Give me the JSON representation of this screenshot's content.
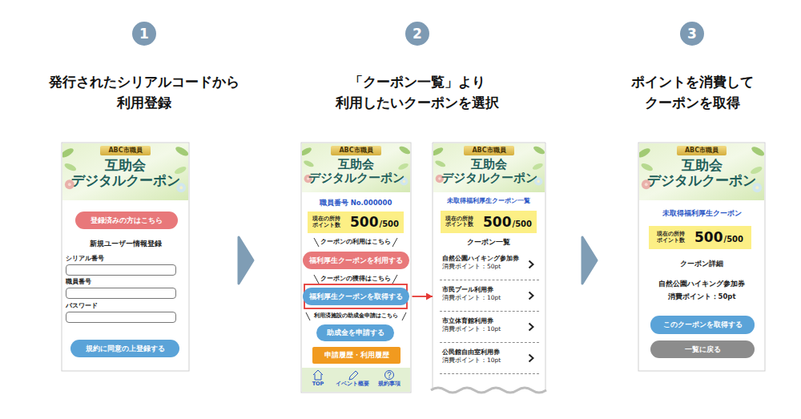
{
  "diagram": {
    "nodes": [
      {
        "text": [
          "1"
        ]
      },
      {
        "text": [
          "ABC市職員",
          "互助会 デジタルクーポン"
        ]
      },
      {
        "text": [
          "登録済みの方はこちら"
        ],
        "in": 1
      },
      {
        "text": [
          "シリアル番号"
        ],
        "in": 1
      },
      {
        "text": [
          "職員番号"
        ],
        "in": 1
      },
      {
        "text": [
          "パスワード"
        ],
        "in": 1
      },
      {
        "text": [
          "規約に同意の上登録する"
        ],
        "in": 1
      },
      {
        "text": [
          "2"
        ]
      },
      {
        "text": [
          "ABC市職員",
          "互助会 デジタルクーポン"
        ]
      },
      {
        "text": [
          "現在の所持 ポイント数",
          "500",
          "/500"
        ],
        "in": 8
      },
      {
        "text": [
          "福利厚生クーポンを利用する"
        ],
        "in": 8
      },
      {
        "text": [
          "福利厚生クーポンを取得する"
        ],
        "in": 8
      },
      {
        "text": [
          "助成金を申請する"
        ],
        "in": 8
      },
      {
        "text": [
          "申請履歴・利用履歴"
        ],
        "in": 8
      },
      {
        "text": [
          "ABC市職員",
          "互助会 デジタルクーポン"
        ]
      },
      {
        "text": [
          "現在の所持 ポイント数",
          "500",
          "/500"
        ],
        "in": 14
      },
      {
        "text": [
          "自然公園ハイキング参加券",
          "消費ポイント：50pt"
        ],
        "in": 14
      },
      {
        "text": [
          "市民プール利用券",
          "消費ポイント：10pt"
        ],
        "in": 14
      },
      {
        "text": [
          "市立体育館利用券",
          "消費ポイント：10pt"
        ],
        "in": 14
      },
      {
        "text": [
          "公民館自由室利用券",
          "消費ポイント：10pt"
        ],
        "in": 14
      },
      {
        "text": [
          "3"
        ]
      },
      {
        "text": [
          "ABC市職員",
          "互助会 デジタルクーポン"
        ]
      },
      {
        "text": [
          "現在の所持 ポイント数",
          "500",
          "/500"
        ],
        "in": 21
      },
      {
        "text": [
          "このクーポンを取得する"
        ],
        "in": 21
      },
      {
        "text": [
          "一覧に戻る"
        ],
        "in": 21
      }
    ],
    "edges": [
      {
        "from": 11,
        "to": 14,
        "arrow": "to"
      }
    ],
    "labels": [
      "発行されたシリアルコードから 利用登録",
      "「クーポン一覧」より 利用したいクーポンを選択",
      "ポイントを消費して クーポンを取得",
      "新規ユーザー情報登録",
      "職員番号 No.000000",
      "クーポンの利用はこちら",
      "クーポンの獲得はこちら",
      "利用済施設の助成金申請はこちら",
      "TOP",
      "イベント概要",
      "規約事項",
      "未取得福利厚生クーポン一覧",
      "クーポン一覧",
      "未取得福利厚生クーポン",
      "クーポン詳細",
      "自然公園ハイキング参加券",
      "消費ポイント：50pt"
    ]
  }
}
